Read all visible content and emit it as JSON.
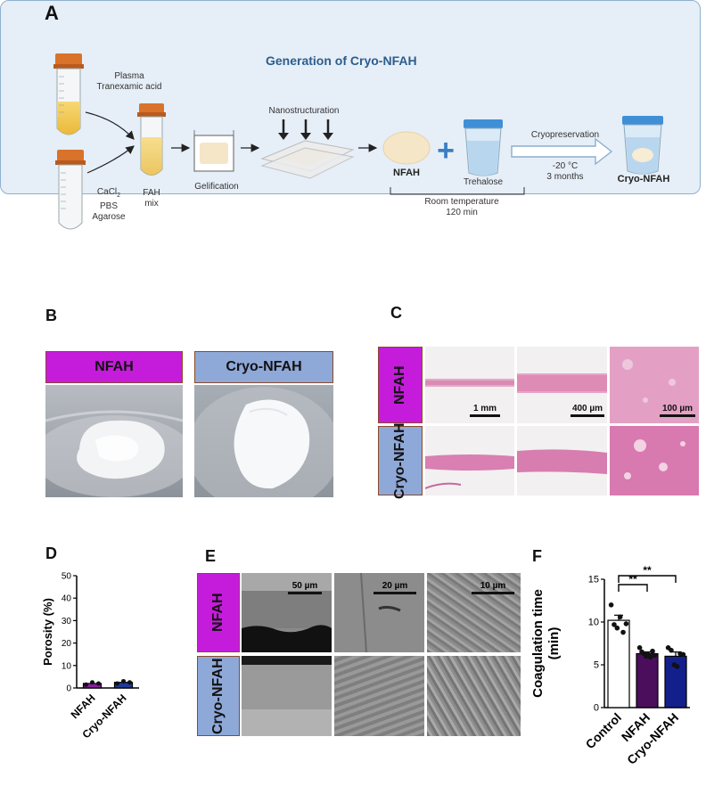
{
  "panel_letters": {
    "a": "A",
    "b": "B",
    "c": "C",
    "d": "D",
    "e": "E",
    "f": "F"
  },
  "panelA": {
    "title": "Generation of Cryo-NFAH",
    "tube1_label_line1": "Plasma",
    "tube1_label_line2": "Tranexamic acid",
    "tube2_label_line1": "CaCl",
    "tube2_label_sub": "2",
    "tube2_label_line2": "PBS",
    "tube2_label_line3": "Agarose",
    "fah_line1": "FAH",
    "fah_line2": "mix",
    "gelification": "Gelification",
    "nanostructuration": "Nanostructuration",
    "nfah": "NFAH",
    "plus": "+",
    "trehalose": "Trehalose",
    "room_temp_line1": "Room temperature",
    "room_temp_line2": "120 min",
    "cryopreservation": "Cryopreservation",
    "temp_line1": "-20 °C",
    "temp_line2": "3 months",
    "cryo_nfah": "Cryo-NFAH",
    "colors": {
      "box_bg": "#e6eef7",
      "title": "#2c5d8f",
      "tube_cap": "#d9722a"
    }
  },
  "panelB": {
    "nfah_label": "NFAH",
    "cryo_label": "Cryo-NFAH",
    "colors": {
      "nfah": "#c51cdb",
      "cryo": "#8ea8d8"
    }
  },
  "panelC": {
    "row1_label": "NFAH",
    "row2_label_line1": "Cryo-",
    "row2_label_line2": "NFAH",
    "scale1": "1 mm",
    "scale2": "400 µm",
    "scale3": "100 µm"
  },
  "panelE": {
    "row1_label": "NFAH",
    "row2_label_line1": "Cryo-",
    "row2_label_line2": "NFAH",
    "scale1": "50 µm",
    "scale2": "20 µm",
    "scale3": "10 µm"
  },
  "chart_data": [
    {
      "type": "bar",
      "panel": "D",
      "categories": [
        "NFAH",
        "Cryo-NFAH"
      ],
      "values": [
        2,
        2.5
      ],
      "points": [
        [
          1.5,
          2.5,
          2.0
        ],
        [
          2.0,
          3.0,
          2.5
        ]
      ],
      "colors": [
        "#8a1fa0",
        "#1e3a9a"
      ],
      "ylabel": "Porosity (%)",
      "xlabel": "",
      "ylim": [
        0,
        50
      ],
      "yticks": [
        0,
        10,
        20,
        30,
        40,
        50
      ]
    },
    {
      "type": "bar",
      "panel": "F",
      "categories": [
        "Control",
        "NFAH",
        "Cryo-NFAH"
      ],
      "values": [
        10.2,
        6.3,
        6.0
      ],
      "errors": [
        0.6,
        0.2,
        0.5
      ],
      "points": [
        [
          12.0,
          9.7,
          9.3,
          10.6,
          8.8,
          9.8
        ],
        [
          7.0,
          6.5,
          6.3,
          6.0,
          6.2,
          5.9,
          6.6,
          6.1
        ],
        [
          7.0,
          6.7,
          5.0,
          4.8,
          6.3,
          6.2
        ]
      ],
      "colors": [
        "#ffffff",
        "#4b0e5c",
        "#13208c"
      ],
      "ylabel": "Coagulation time\n(min)",
      "xlabel": "",
      "ylim": [
        0,
        15
      ],
      "yticks": [
        0,
        5,
        10,
        15
      ],
      "significance": [
        "**",
        "**"
      ]
    }
  ]
}
